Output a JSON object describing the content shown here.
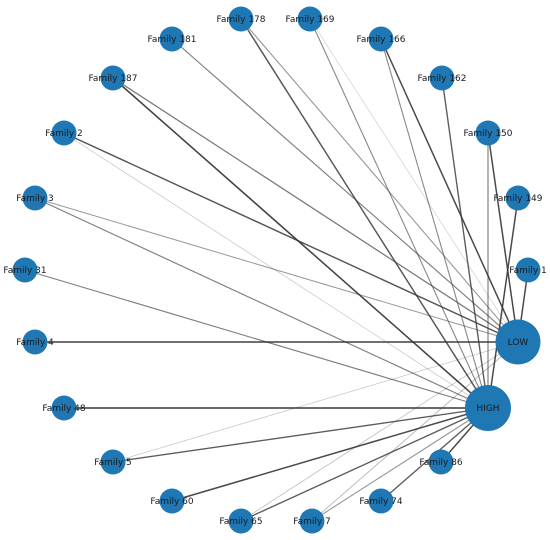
{
  "network": {
    "node_color": "#1f77b4",
    "edge_color": "#333333",
    "hubs": [
      {
        "id": "LOW",
        "label": "LOW"
      },
      {
        "id": "HIGH",
        "label": "HIGH"
      }
    ],
    "families": [
      {
        "id": "f178",
        "label": "Family 178"
      },
      {
        "id": "f169",
        "label": "Family 169"
      },
      {
        "id": "f166",
        "label": "Family 166"
      },
      {
        "id": "f162",
        "label": "Family 162"
      },
      {
        "id": "f150",
        "label": "Family 150"
      },
      {
        "id": "f149",
        "label": "Family 149"
      },
      {
        "id": "f1",
        "label": "Family 1"
      },
      {
        "id": "f86",
        "label": "Family 86"
      },
      {
        "id": "f74",
        "label": "Family 74"
      },
      {
        "id": "f7",
        "label": "Family 7"
      },
      {
        "id": "f65",
        "label": "Family 65"
      },
      {
        "id": "f60",
        "label": "Family 60"
      },
      {
        "id": "f5",
        "label": "Family 5"
      },
      {
        "id": "f48",
        "label": "Family 48"
      },
      {
        "id": "f4",
        "label": "Family 4"
      },
      {
        "id": "f31",
        "label": "Family 31"
      },
      {
        "id": "f3",
        "label": "Family 3"
      },
      {
        "id": "f2",
        "label": "Family 2"
      },
      {
        "id": "f187",
        "label": "Family 187"
      },
      {
        "id": "f181",
        "label": "Family 181"
      }
    ],
    "edges": [
      {
        "source": "f178",
        "target": "HIGH",
        "weight": 0.85
      },
      {
        "source": "f178",
        "target": "LOW",
        "weight": 0.5
      },
      {
        "source": "f169",
        "target": "HIGH",
        "weight": 0.55
      },
      {
        "source": "f169",
        "target": "LOW",
        "weight": 0.15
      },
      {
        "source": "f166",
        "target": "HIGH",
        "weight": 0.55
      },
      {
        "source": "f166",
        "target": "LOW",
        "weight": 0.9
      },
      {
        "source": "f162",
        "target": "HIGH",
        "weight": 0.8
      },
      {
        "source": "f150",
        "target": "LOW",
        "weight": 0.9
      },
      {
        "source": "f150",
        "target": "HIGH",
        "weight": 0.6
      },
      {
        "source": "f149",
        "target": "HIGH",
        "weight": 0.9
      },
      {
        "source": "f1",
        "target": "LOW",
        "weight": 0.9
      },
      {
        "source": "f86",
        "target": "HIGH",
        "weight": 0.9
      },
      {
        "source": "f74",
        "target": "HIGH",
        "weight": 0.8
      },
      {
        "source": "f7",
        "target": "HIGH",
        "weight": 0.5
      },
      {
        "source": "f7",
        "target": "LOW",
        "weight": 0.3
      },
      {
        "source": "f65",
        "target": "HIGH",
        "weight": 0.8
      },
      {
        "source": "f65",
        "target": "LOW",
        "weight": 0.25
      },
      {
        "source": "f60",
        "target": "HIGH",
        "weight": 0.9
      },
      {
        "source": "f5",
        "target": "HIGH",
        "weight": 0.8
      },
      {
        "source": "f5",
        "target": "LOW",
        "weight": 0.2
      },
      {
        "source": "f48",
        "target": "HIGH",
        "weight": 1.0
      },
      {
        "source": "f4",
        "target": "LOW",
        "weight": 0.95
      },
      {
        "source": "f31",
        "target": "HIGH",
        "weight": 0.6
      },
      {
        "source": "f3",
        "target": "LOW",
        "weight": 0.45
      },
      {
        "source": "f3",
        "target": "HIGH",
        "weight": 0.6
      },
      {
        "source": "f2",
        "target": "LOW",
        "weight": 0.85
      },
      {
        "source": "f2",
        "target": "HIGH",
        "weight": 0.2
      },
      {
        "source": "f187",
        "target": "HIGH",
        "weight": 0.95
      },
      {
        "source": "f187",
        "target": "LOW",
        "weight": 0.65
      },
      {
        "source": "f181",
        "target": "LOW",
        "weight": 0.6
      }
    ]
  }
}
